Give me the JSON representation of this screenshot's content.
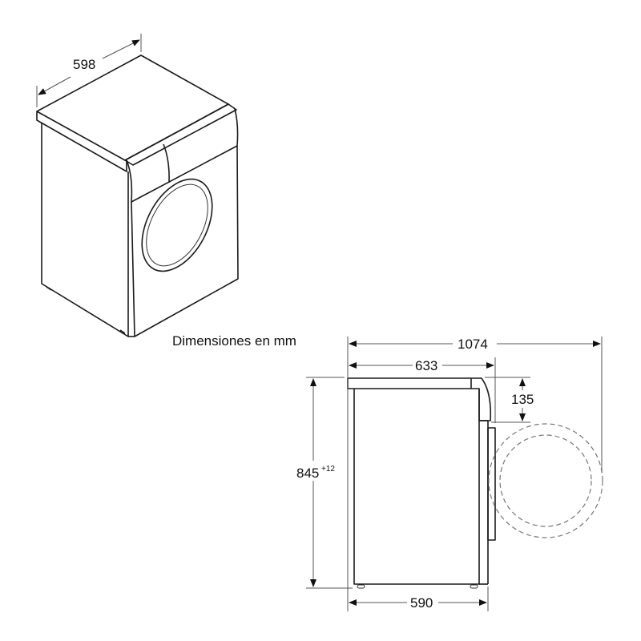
{
  "caption": "Dimensiones en mm",
  "isometric_view": {
    "width_label": "598"
  },
  "side_view": {
    "total_depth_label": "1074",
    "depth_with_top_label": "633",
    "control_panel_height_label": "135",
    "height_label": "845",
    "height_tolerance_label": "+12",
    "body_depth_label": "590"
  }
}
